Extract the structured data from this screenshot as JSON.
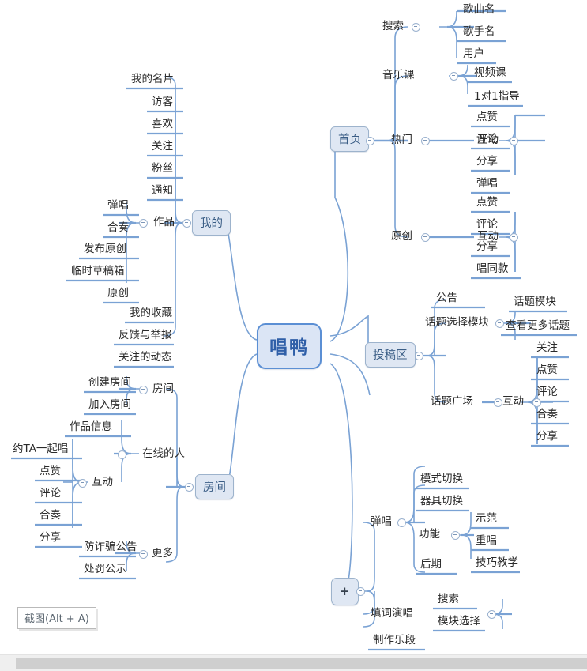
{
  "app": {
    "root_label": "唱鸭",
    "capture_hint": "截图(Alt + A)"
  },
  "branches": {
    "home": {
      "label": "首页",
      "search": {
        "label": "搜索",
        "items": [
          "歌曲名",
          "歌手名",
          "用户"
        ]
      },
      "music_class": {
        "label": "音乐课",
        "items": [
          "视频课",
          "1对1指导"
        ]
      },
      "hot": {
        "label": "热门",
        "interaction_label": "互动",
        "items": [
          "点赞",
          "评论",
          "分享",
          "弹唱"
        ]
      },
      "original": {
        "label": "原创",
        "interaction_label": "互动",
        "items": [
          "点赞",
          "评论",
          "分享",
          "唱同款"
        ]
      }
    },
    "mine": {
      "label": "我的",
      "card": "我的名片",
      "quick_items": [
        "访客",
        "喜欢",
        "关注",
        "粉丝",
        "通知"
      ],
      "works": {
        "label": "作品",
        "items": [
          "弹唱",
          "合奏",
          "发布原创",
          "临时草稿箱",
          "原创"
        ]
      },
      "tail_items": [
        "我的收藏",
        "反馈与举报",
        "关注的动态"
      ]
    },
    "submission": {
      "label": "投稿区",
      "notice": "公告",
      "topic_select": {
        "label": "话题选择模块",
        "items": [
          "话题模块",
          "查看更多话题"
        ]
      },
      "topic_square": {
        "label": "话题广场",
        "interaction_label": "互动",
        "items": [
          "关注",
          "点赞",
          "评论",
          "合奏",
          "分享"
        ]
      }
    },
    "room": {
      "label": "房间",
      "room_sub": {
        "label": "房间",
        "items": [
          "创建房间",
          "加入房间"
        ]
      },
      "online": {
        "label": "在线的人",
        "work_info": "作品信息",
        "interaction": {
          "label": "互动",
          "items": [
            "约TA一起唱",
            "点赞",
            "评论",
            "合奏",
            "分享"
          ]
        }
      },
      "more": {
        "label": "更多",
        "items": [
          "防诈骗公告",
          "处罚公示"
        ]
      }
    },
    "create": {
      "label": "+",
      "play_sing": {
        "label": "弹唱",
        "items": [
          "模式切换",
          "器具切换"
        ],
        "functions": {
          "label": "功能",
          "items": [
            "示范",
            "重唱",
            "技巧教学"
          ]
        },
        "post": "后期"
      },
      "lyrics": {
        "label": "填词演唱",
        "items": [
          "搜索",
          "模块选择"
        ]
      },
      "make_phrase": "制作乐段"
    }
  },
  "colors": {
    "line": "#7aa2d4",
    "node_fill": "#dfe7f3",
    "node_border": "#9db3cc",
    "root_border": "#5b8fd4",
    "text": "#2b2b2b",
    "root_text": "#2f5fa8"
  }
}
